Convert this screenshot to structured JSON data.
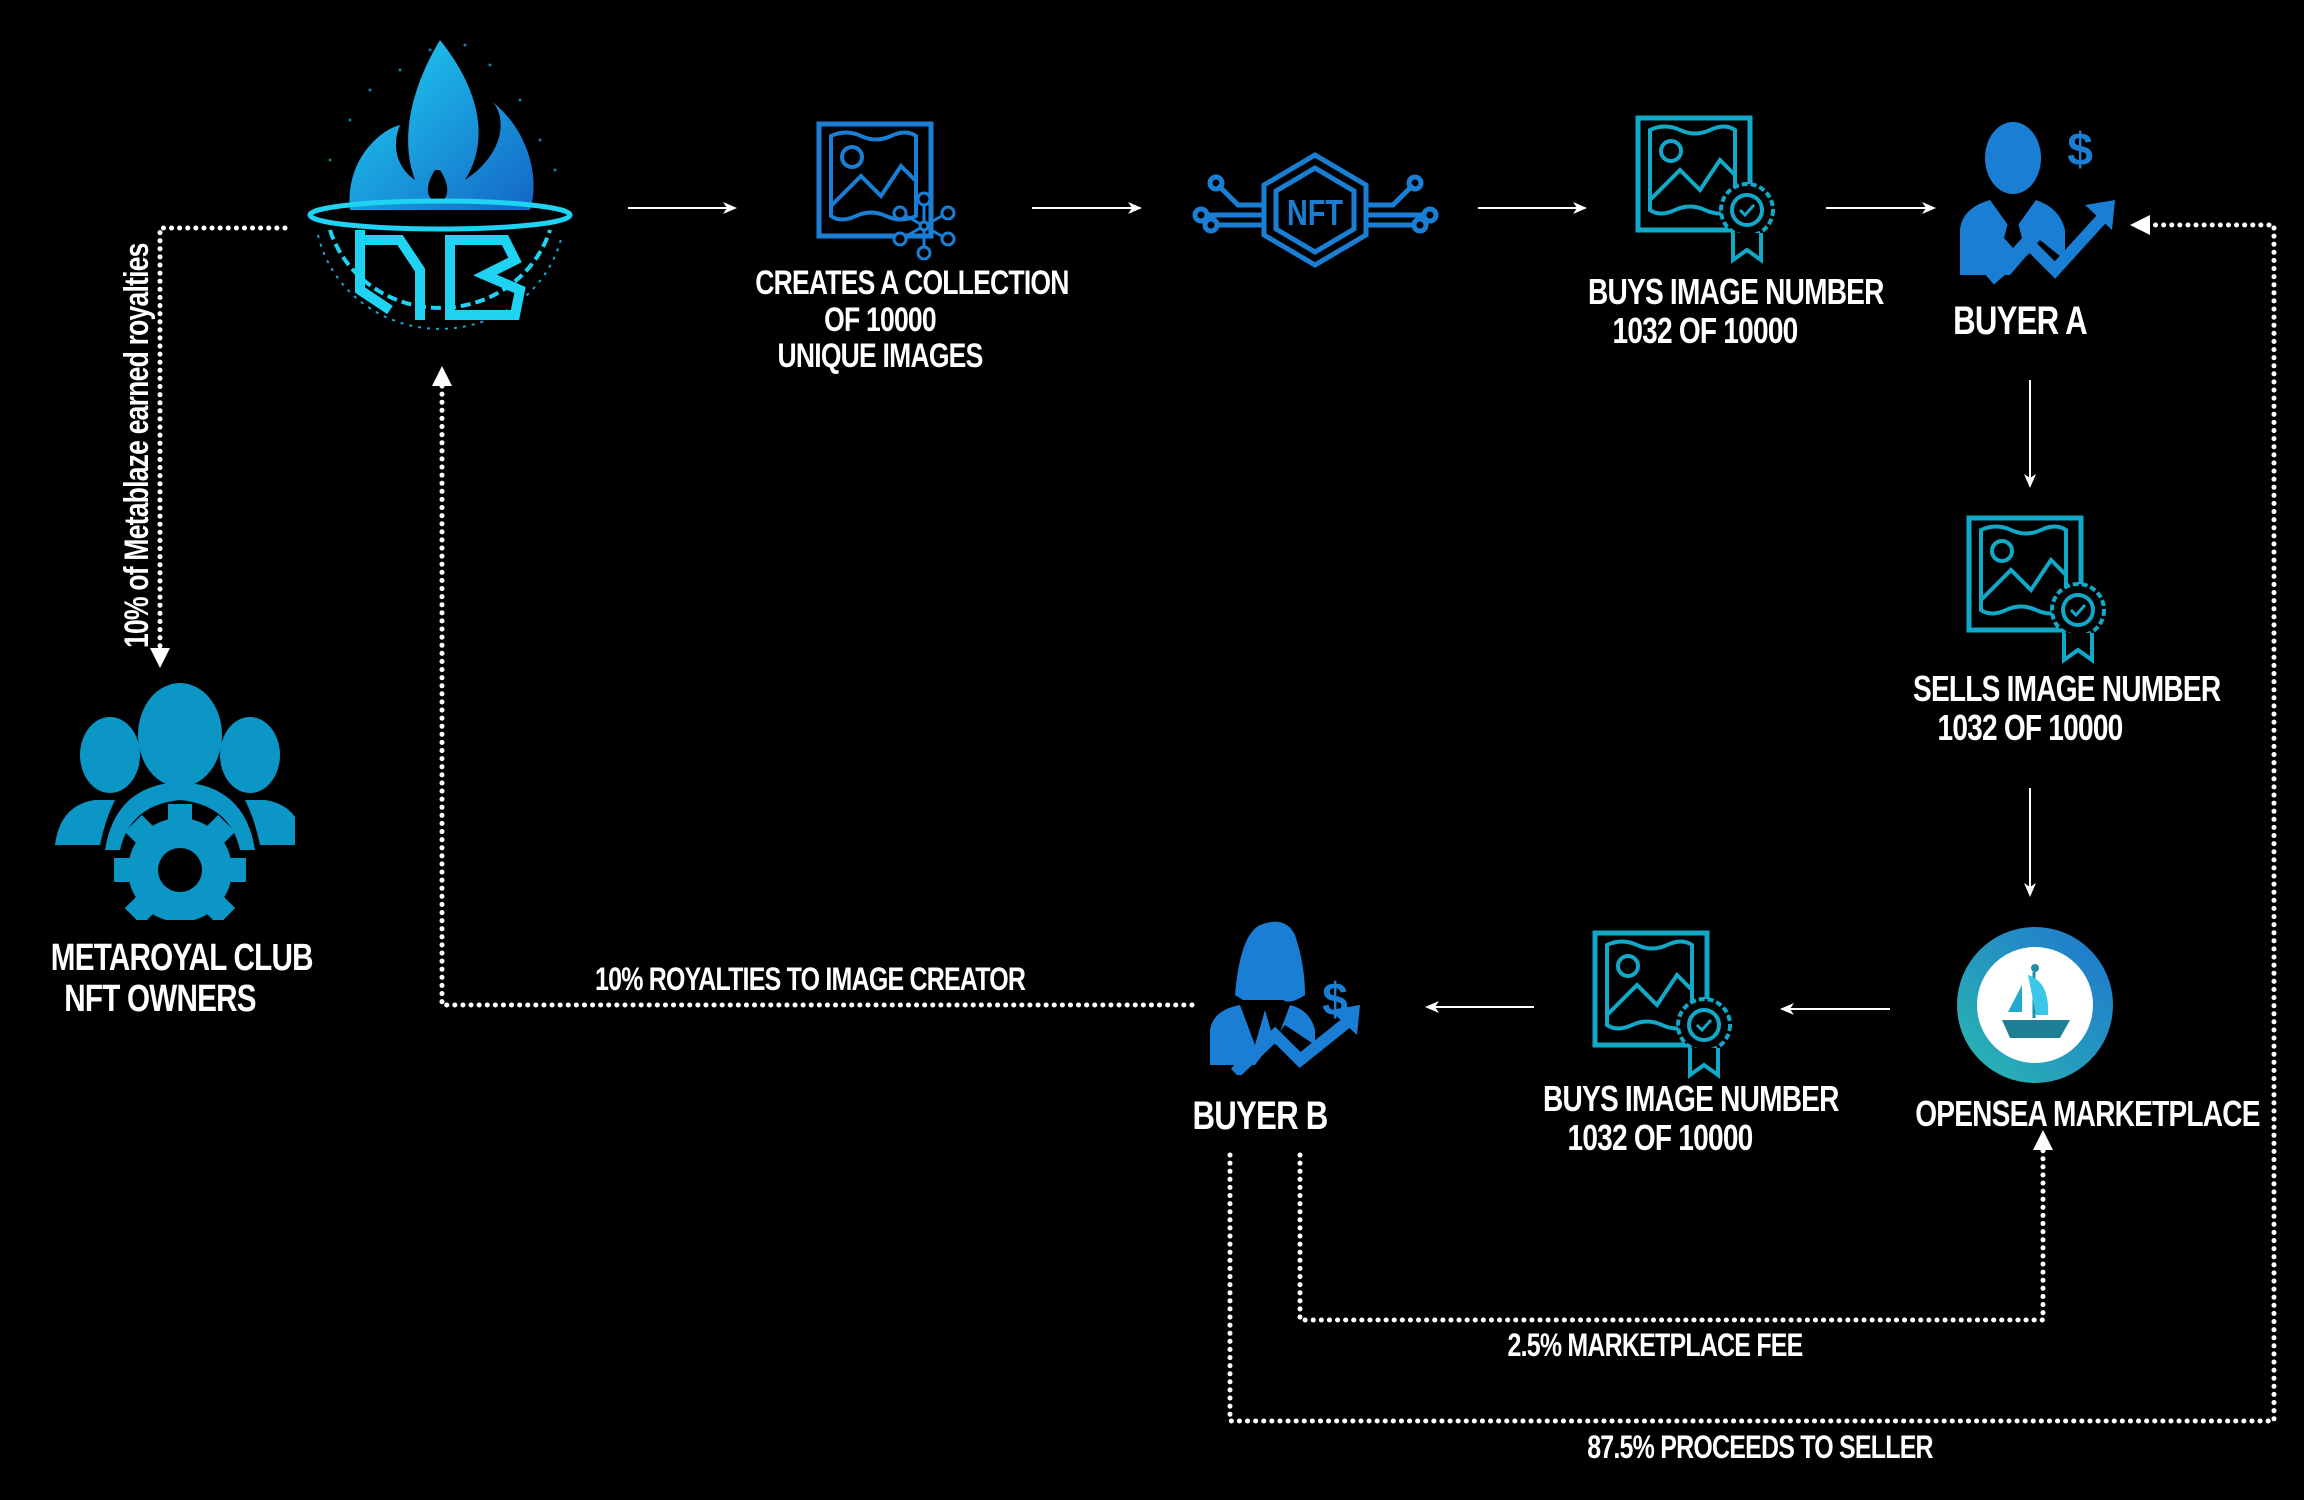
{
  "colors": {
    "background": "#000000",
    "text": "#ffffff",
    "icon_blue": "#1a7fd4",
    "icon_cyan": "#12a9c9",
    "owners_blue": "#0b96c6",
    "logo_cyan": "#1fd3f2",
    "connector": "#ffffff"
  },
  "nodes": {
    "metablaze_logo": {
      "icon": "metablaze-flame-logo",
      "label": ""
    },
    "create_collection": {
      "icon": "image-network-icon",
      "lines": [
        "Creates a collection",
        "of 10000",
        "unique images"
      ]
    },
    "nft": {
      "icon": "nft-circuit-hexagon-icon",
      "text": "NFT"
    },
    "buys_image_top": {
      "icon": "certified-image-icon",
      "lines": [
        "Buys image number",
        "1032 of 10000"
      ]
    },
    "buyer_a": {
      "icon": "businessman-growth-icon",
      "label": "Buyer A"
    },
    "sells_image": {
      "icon": "certified-image-icon",
      "lines": [
        "Sells image number",
        "1032 of 10000"
      ]
    },
    "opensea": {
      "icon": "opensea-ship-logo",
      "label": "OpenSea Marketplace"
    },
    "buys_image_bottom": {
      "icon": "certified-image-icon",
      "lines": [
        "Buys image number",
        "1032 of 10000"
      ]
    },
    "buyer_b": {
      "icon": "businesswoman-growth-icon",
      "label": "Buyer B"
    },
    "owners": {
      "icon": "group-gear-icon",
      "lines": [
        "MetaRoyal Club",
        "NFT Owners"
      ]
    }
  },
  "edges": {
    "royalties_owners": "10% of Metablaze earned royalties",
    "royalties_creator": "10% royalties to image creator",
    "marketplace_fee": "2.5% marketplace fee",
    "proceeds_seller": "87.5% proceeds to seller"
  }
}
